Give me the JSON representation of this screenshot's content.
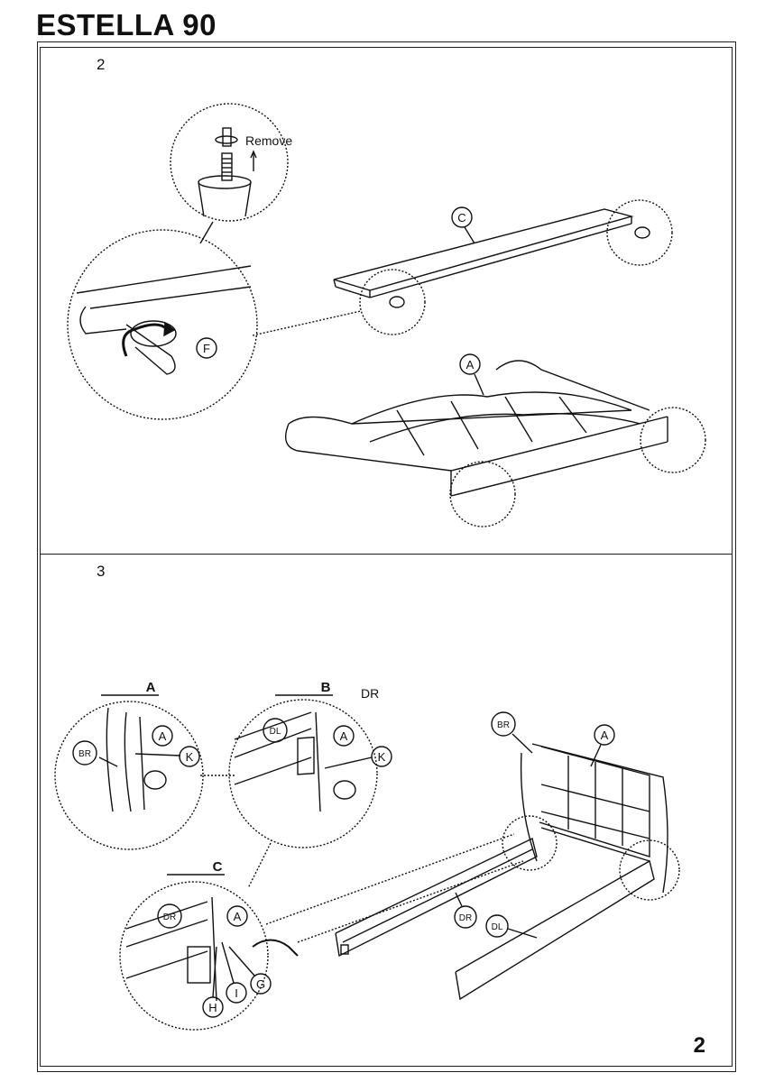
{
  "document": {
    "title": "ESTELLA 90",
    "page_number": "2"
  },
  "step2": {
    "number": "2",
    "remove_label": "Remove",
    "callouts": {
      "C": "C",
      "A": "A",
      "F": "F"
    }
  },
  "step3": {
    "number": "3",
    "detail_a": {
      "header": "A",
      "callouts": {
        "A": "A",
        "K": "K",
        "BR": "BR"
      }
    },
    "detail_b": {
      "header": "B",
      "extra": "DR",
      "callouts": {
        "DL": "DL",
        "A": "A",
        "K": "K"
      }
    },
    "detail_c": {
      "header": "C",
      "callouts": {
        "DR": "DR",
        "A": "A",
        "G": "G",
        "I": "I",
        "H": "H"
      }
    },
    "main": {
      "callouts": {
        "BR": "BR",
        "A": "A",
        "DR": "DR",
        "DL": "DL"
      }
    }
  }
}
